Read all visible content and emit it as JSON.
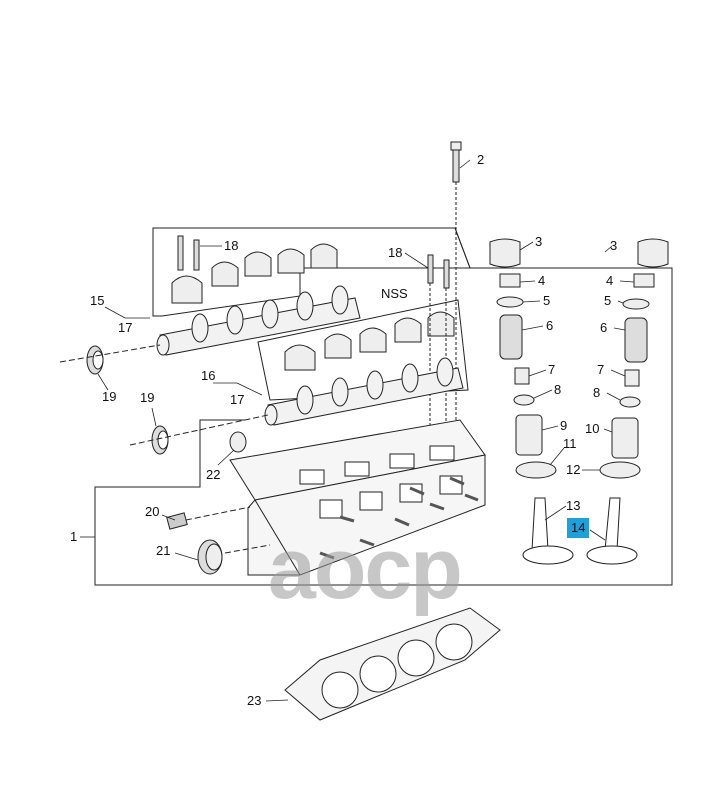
{
  "diagram": {
    "watermark": "aocp",
    "highlight_color": "#1ea0dc",
    "callouts": {
      "c1": "1",
      "c2": "2",
      "c3a": "3",
      "c3b": "3",
      "c4a": "4",
      "c4b": "4",
      "c5a": "5",
      "c5b": "5",
      "c6a": "6",
      "c6b": "6",
      "c7a": "7",
      "c7b": "7",
      "c8a": "8",
      "c8b": "8",
      "c9": "9",
      "c10": "10",
      "c11": "11",
      "c12": "12",
      "c13": "13",
      "c14": "14",
      "c15": "15",
      "c16": "16",
      "c17a": "17",
      "c17b": "17",
      "c18a": "18",
      "c18b": "18",
      "nss": "NSS",
      "c19a": "19",
      "c19b": "19",
      "c20": "20",
      "c21": "21",
      "c22": "22",
      "c23": "23"
    }
  }
}
